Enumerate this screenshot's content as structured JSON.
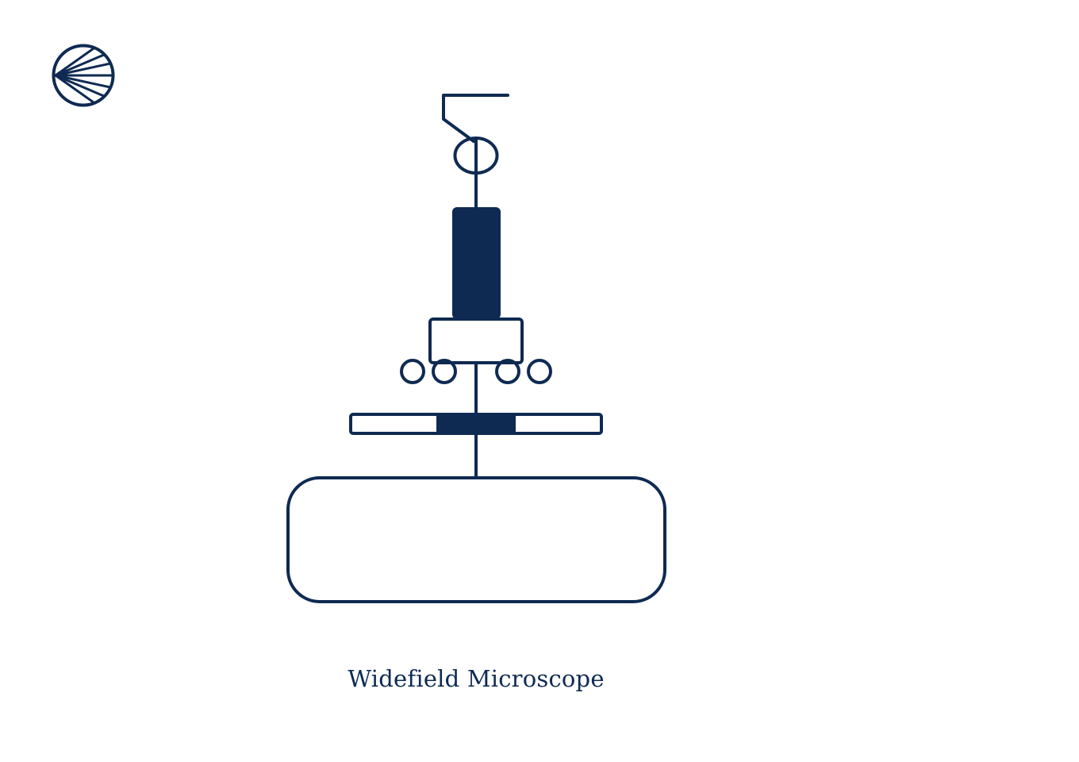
{
  "colors": {
    "stroke": "#0f2a52",
    "background": "#ffffff"
  },
  "logo": {
    "icon": "fan-ray-circle-logo"
  },
  "diagram": {
    "caption": "Widefield Microscope",
    "parts": [
      "light-path",
      "condenser-lens",
      "objective",
      "nosepiece",
      "stage",
      "base"
    ]
  }
}
